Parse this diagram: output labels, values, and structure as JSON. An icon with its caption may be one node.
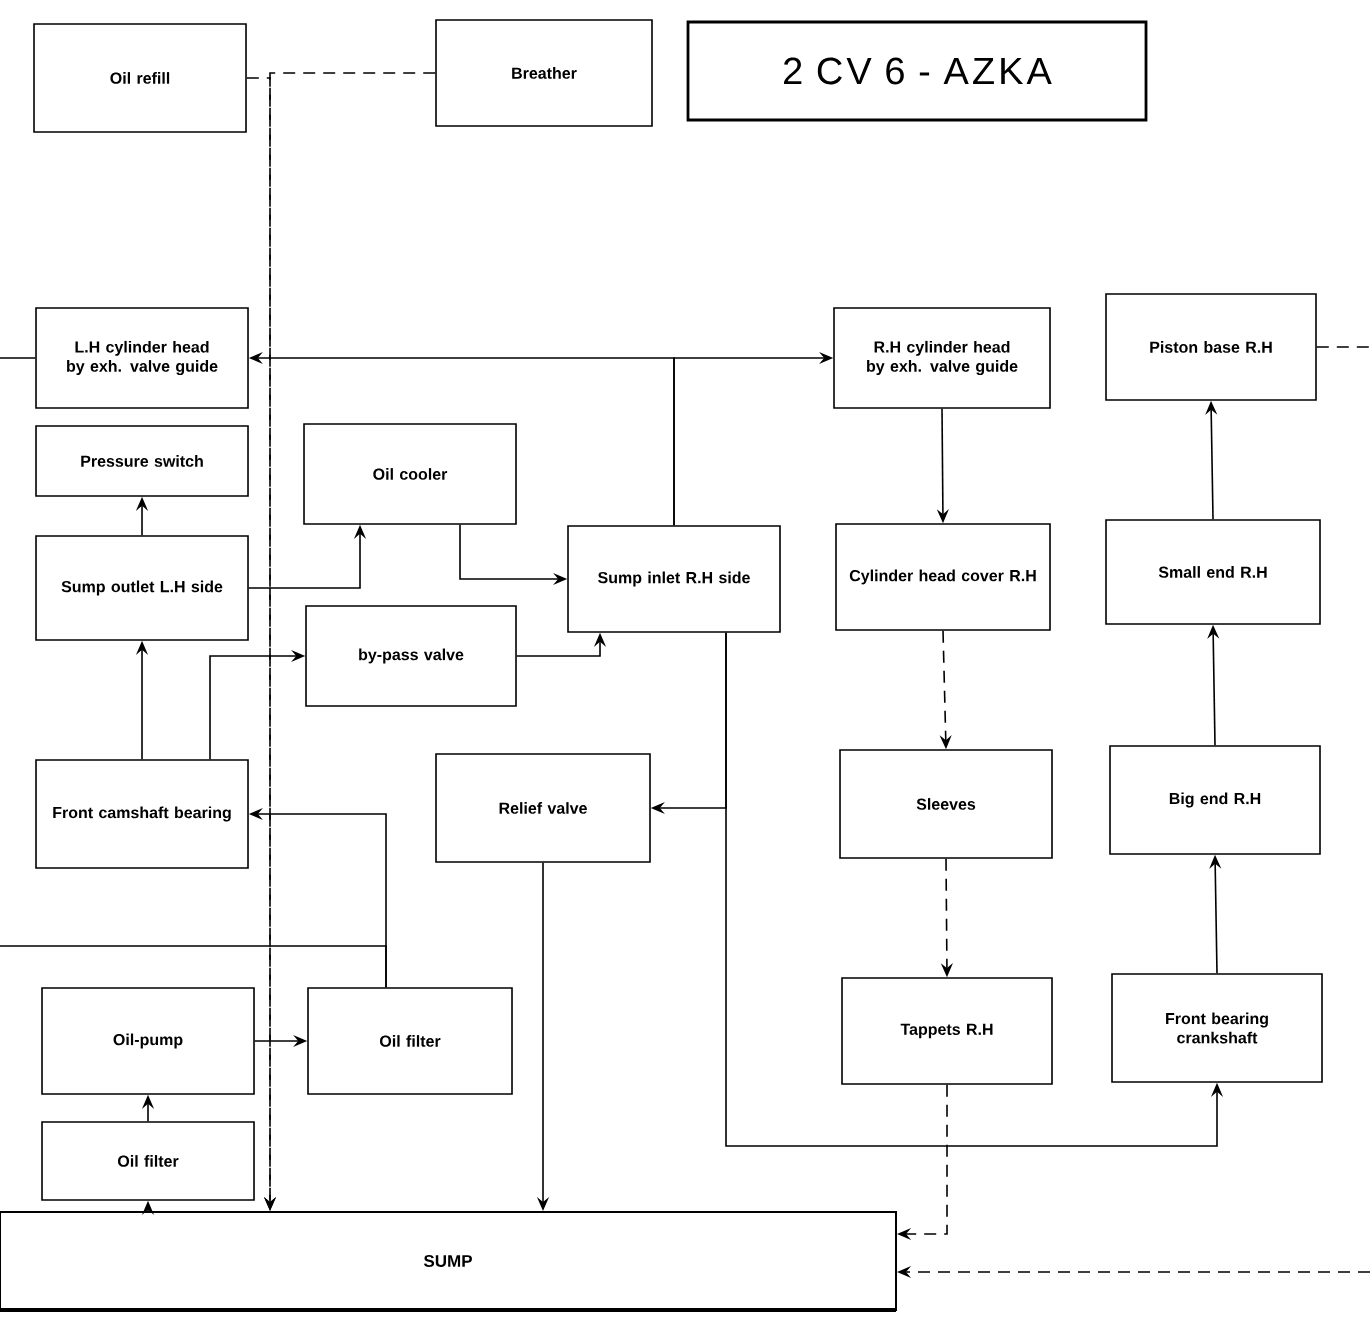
{
  "diagram": {
    "nodes": [
      {
        "text": [
          "Oil refill"
        ]
      },
      {
        "text": [
          "Breather"
        ]
      },
      {
        "text": [
          "2 CV 6 - AZKA"
        ]
      },
      {
        "text": [
          "L.H cylinder head by exh. valve guide"
        ]
      },
      {
        "text": [
          "R.H cylinder head by exh. valve guide"
        ]
      },
      {
        "text": [
          "Piston base R.H"
        ]
      },
      {
        "text": [
          "Pressure switch"
        ]
      },
      {
        "text": [
          "Oil cooler"
        ]
      },
      {
        "text": [
          "Sump outlet L.H side"
        ]
      },
      {
        "text": [
          "Sump inlet R.H side"
        ]
      },
      {
        "text": [
          "Cylinder head cover R.H"
        ]
      },
      {
        "text": [
          "Small end R.H"
        ]
      },
      {
        "text": [
          "by-pass valve"
        ]
      },
      {
        "text": [
          "Front camshaft bearing"
        ]
      },
      {
        "text": [
          "Relief valve"
        ]
      },
      {
        "text": [
          "Sleeves"
        ]
      },
      {
        "text": [
          "Big end R.H"
        ]
      },
      {
        "text": [
          "Oil-pump"
        ]
      },
      {
        "text": [
          "Oil filter"
        ]
      },
      {
        "text": [
          "Tappets R.H"
        ]
      },
      {
        "text": [
          "Front bearing crankshaft"
        ]
      },
      {
        "text": [
          "Oil filter"
        ]
      },
      {
        "text": [
          "SUMP"
        ]
      }
    ],
    "edges": [
      {
        "from": 0,
        "to": 22,
        "arrow": "to",
        "style": "dashed"
      },
      {
        "from": 1,
        "to": 22,
        "arrow": "to",
        "style": "dashed"
      },
      {
        "from": 3,
        "to": null,
        "arrow": "none"
      },
      {
        "from": 9,
        "to": 3,
        "arrow": "to"
      },
      {
        "from": 9,
        "to": 4,
        "arrow": "to"
      },
      {
        "from": 5,
        "to": null,
        "arrow": "none",
        "style": "dashed"
      },
      {
        "from": 8,
        "to": 6,
        "arrow": "to"
      },
      {
        "from": 8,
        "to": 7,
        "arrow": "to"
      },
      {
        "from": 7,
        "to": 9,
        "arrow": "to"
      },
      {
        "from": 13,
        "to": 8,
        "arrow": "to"
      },
      {
        "from": 13,
        "to": 12,
        "arrow": "to"
      },
      {
        "from": 12,
        "to": 9,
        "arrow": "to"
      },
      {
        "from": 9,
        "to": 14,
        "arrow": "to"
      },
      {
        "from": 9,
        "to": 20,
        "arrow": "to"
      },
      {
        "from": 14,
        "to": 22,
        "arrow": "to"
      },
      {
        "from": 4,
        "to": 10,
        "arrow": "to"
      },
      {
        "from": 10,
        "to": 15,
        "arrow": "to",
        "style": "dashed"
      },
      {
        "from": 15,
        "to": 19,
        "arrow": "to",
        "style": "dashed"
      },
      {
        "from": 19,
        "to": 22,
        "arrow": "to",
        "style": "dashed"
      },
      {
        "from": null,
        "to": 22,
        "arrow": "to",
        "style": "dashed"
      },
      {
        "from": 20,
        "to": 16,
        "arrow": "to"
      },
      {
        "from": 16,
        "to": 11,
        "arrow": "to"
      },
      {
        "from": 11,
        "to": 5,
        "arrow": "to"
      },
      {
        "from": 21,
        "to": 17,
        "arrow": "to"
      },
      {
        "from": 22,
        "to": 21,
        "arrow": "to"
      },
      {
        "from": 17,
        "to": 18,
        "arrow": "to"
      },
      {
        "from": 18,
        "to": 13,
        "arrow": "to"
      },
      {
        "from": 18,
        "to": null,
        "arrow": "none"
      }
    ]
  }
}
